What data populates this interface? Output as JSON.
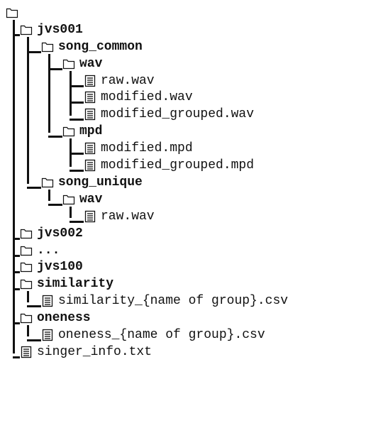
{
  "tree": {
    "name": "",
    "type": "folder",
    "children": [
      {
        "name": "jvs001",
        "type": "folder",
        "children": [
          {
            "name": "song_common",
            "type": "folder",
            "children": [
              {
                "name": "wav",
                "type": "folder",
                "children": [
                  {
                    "name": "raw.wav",
                    "type": "file"
                  },
                  {
                    "name": "modified.wav",
                    "type": "file"
                  },
                  {
                    "name": "modified_grouped.wav",
                    "type": "file"
                  }
                ]
              },
              {
                "name": "mpd",
                "type": "folder",
                "children": [
                  {
                    "name": "modified.mpd",
                    "type": "file"
                  },
                  {
                    "name": "modified_grouped.mpd",
                    "type": "file"
                  }
                ]
              }
            ]
          },
          {
            "name": "song_unique",
            "type": "folder",
            "children": [
              {
                "name": "wav",
                "type": "folder",
                "children": [
                  {
                    "name": "raw.wav",
                    "type": "file"
                  }
                ]
              }
            ]
          }
        ]
      },
      {
        "name": "jvs002",
        "type": "folder"
      },
      {
        "name": "...",
        "type": "folder"
      },
      {
        "name": "jvs100",
        "type": "folder"
      },
      {
        "name": "similarity",
        "type": "folder",
        "children": [
          {
            "name": "similarity_{name of group}.csv",
            "type": "file"
          }
        ]
      },
      {
        "name": "oneness",
        "type": "folder",
        "children": [
          {
            "name": "oneness_{name of group}.csv",
            "type": "file"
          }
        ]
      },
      {
        "name": "singer_info.txt",
        "type": "file"
      }
    ]
  },
  "icons": {
    "folder": "folder-icon",
    "file": "file-icon"
  },
  "colors": {
    "line": "#111111",
    "text": "#111111"
  }
}
